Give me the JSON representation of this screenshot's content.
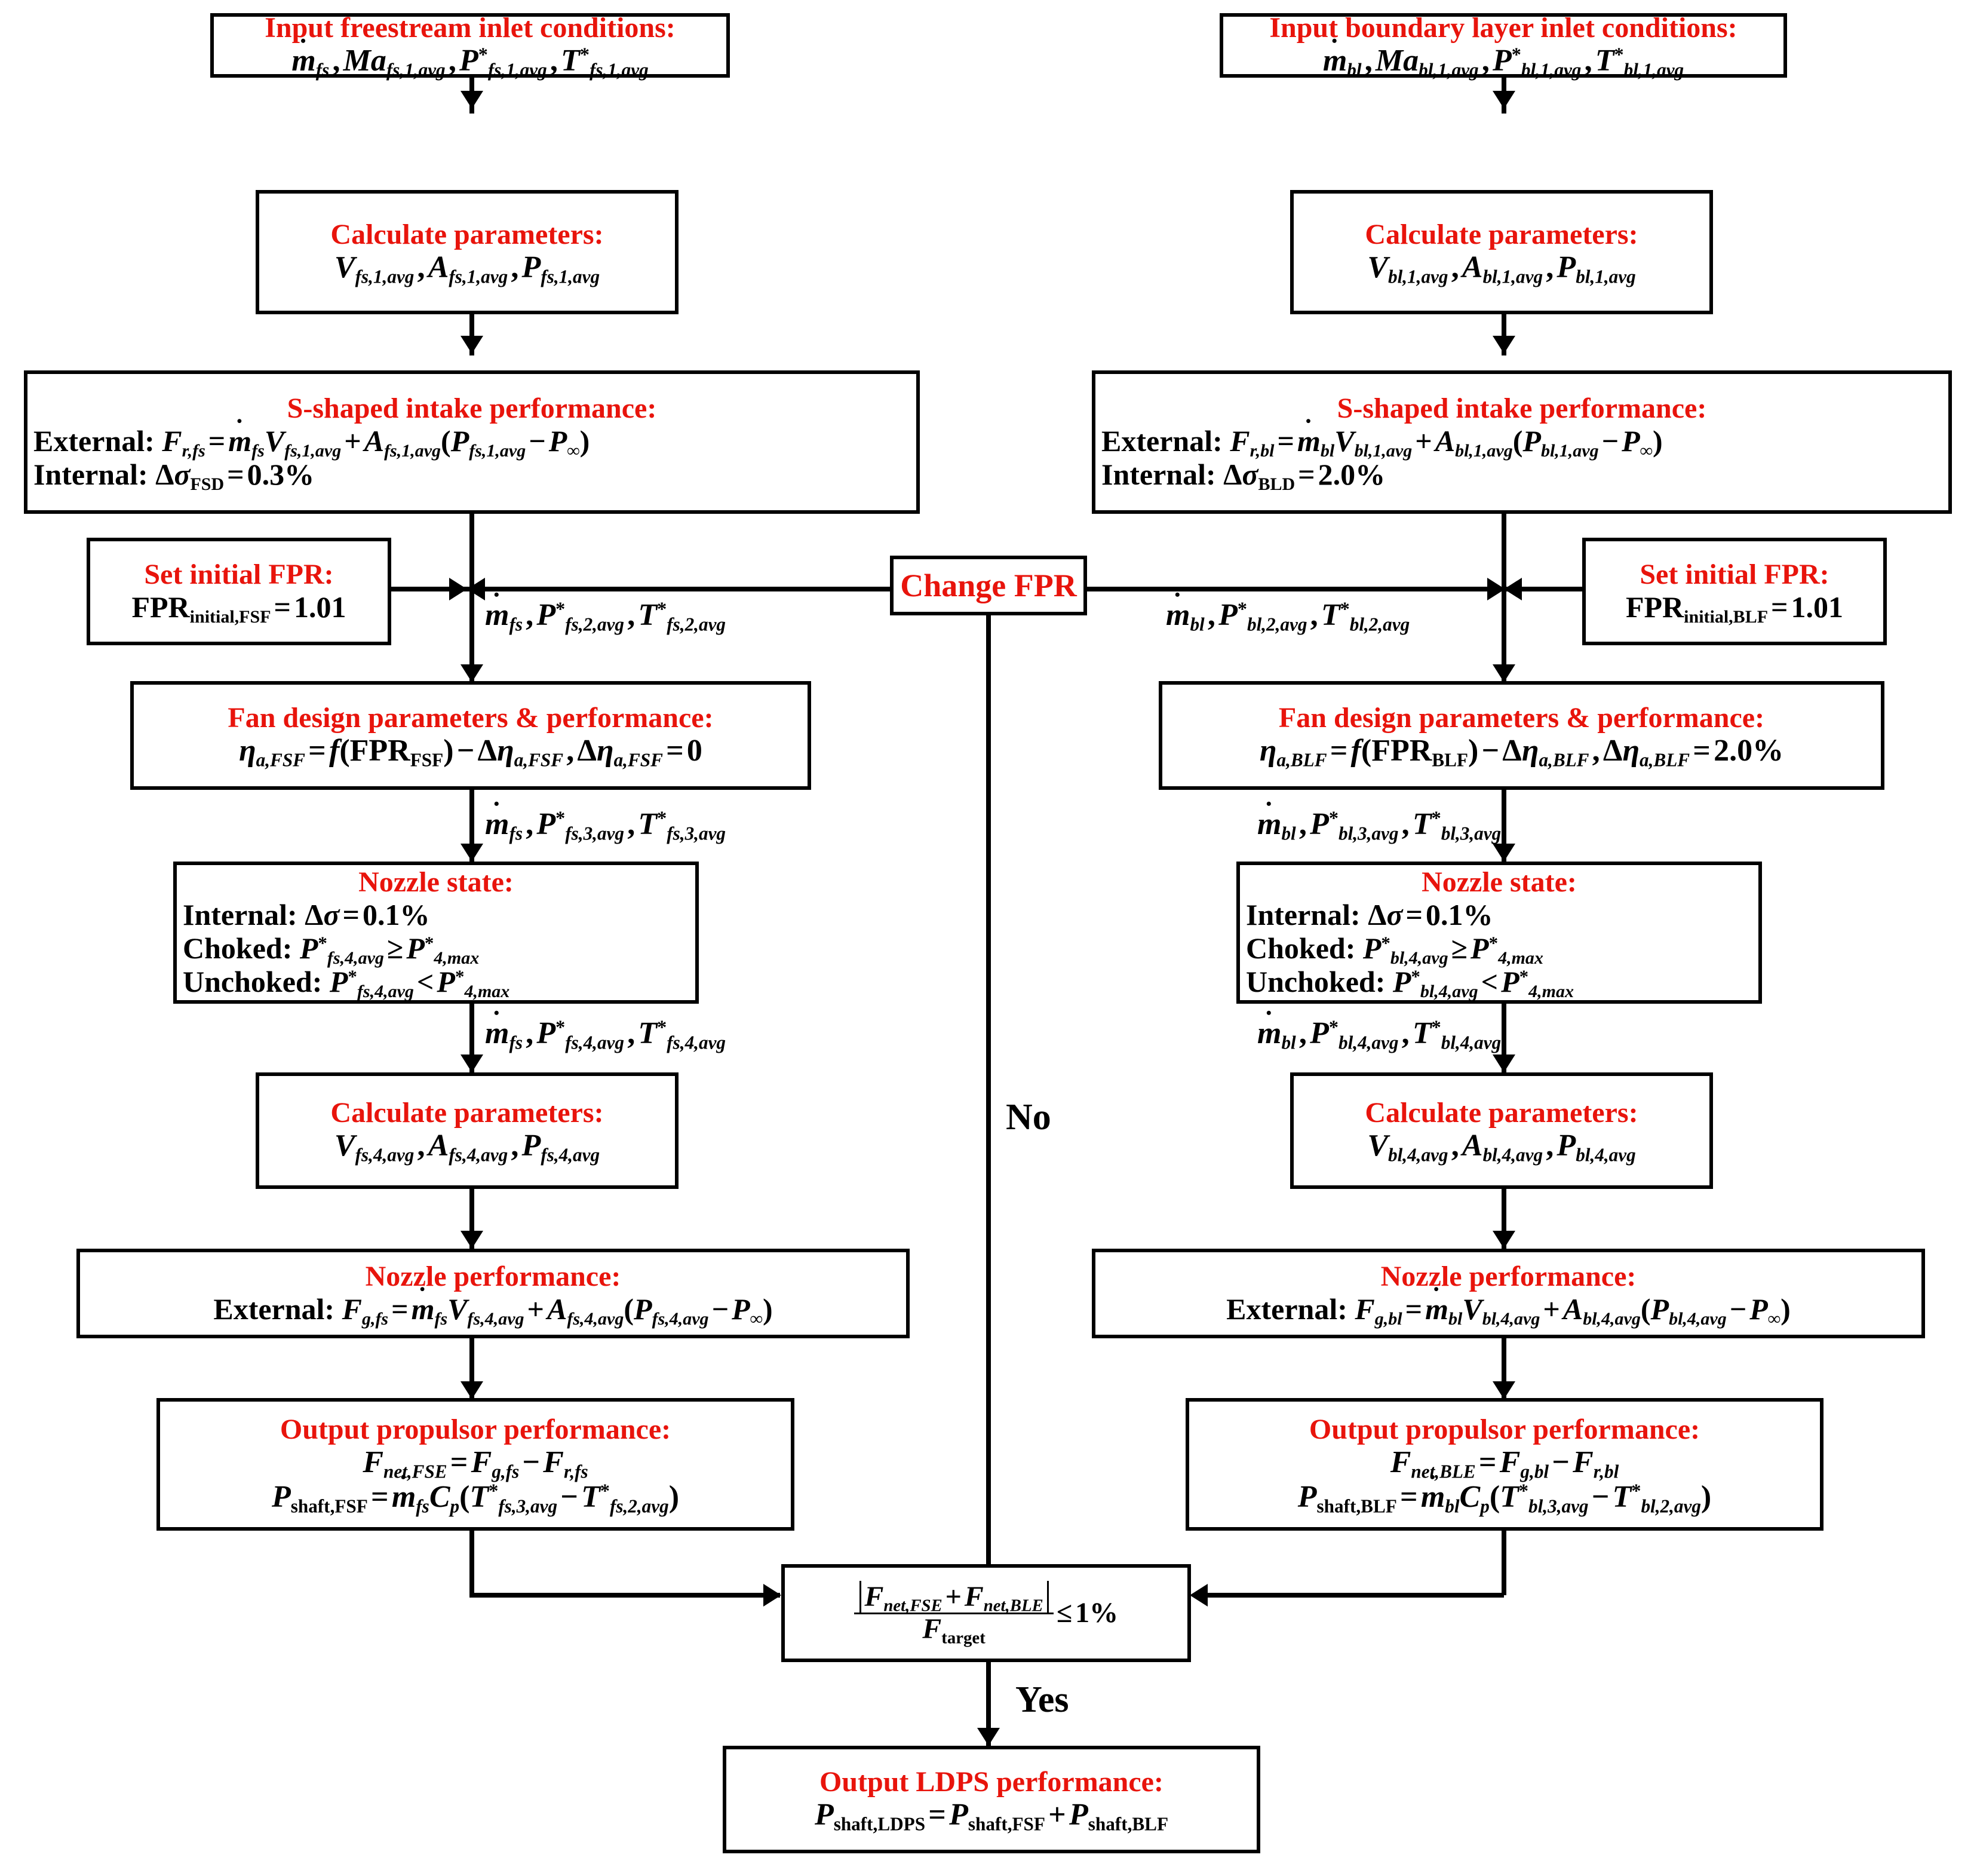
{
  "diagram": {
    "title": "LDPS propulsor performance iteration flowchart",
    "accent_color": "#e8140c",
    "line_color": "#000000",
    "background": "#ffffff"
  },
  "branches": {
    "left": {
      "name": "freestream",
      "suffix": "fs",
      "fan": "FSF",
      "propulsor": "FSE"
    },
    "right": {
      "name": "boundary layer",
      "suffix": "bl",
      "fan": "BLF",
      "propulsor": "BLE"
    }
  },
  "nodes": {
    "fs_inlet": {
      "title": "Input freestream inlet conditions:"
    },
    "bl_inlet": {
      "title": "Input boundary layer inlet conditions:"
    },
    "fs_calc1": {
      "title": "Calculate parameters:"
    },
    "bl_calc1": {
      "title": "Calculate parameters:"
    },
    "fs_intake": {
      "title": "S-shaped intake performance:",
      "external_prefix": "External:",
      "internal_prefix": "Internal:",
      "internal_value": "0.3%",
      "internal_sub": "FSD"
    },
    "bl_intake": {
      "title": "S-shaped intake performance:",
      "external_prefix": "External:",
      "internal_prefix": "Internal:",
      "internal_value": "2.0%",
      "internal_sub": "BLD"
    },
    "fs_setfpr": {
      "title": "Set initial FPR:",
      "value": "1.01",
      "sub": "initial,FSF"
    },
    "bl_setfpr": {
      "title": "Set initial FPR:",
      "value": "1.01",
      "sub": "initial,BLF"
    },
    "change_fpr": {
      "title": "Change FPR"
    },
    "fs_fan": {
      "title": "Fan design parameters & performance:",
      "delta_eta": "0"
    },
    "bl_fan": {
      "title": "Fan design parameters & performance:",
      "delta_eta": "2.0%"
    },
    "fs_nozstate": {
      "title": "Nozzle state:",
      "internal_prefix": "Internal:",
      "internal_value": "0.1%",
      "choked_prefix": "Choked:",
      "unchoked_prefix": "Unchoked:"
    },
    "bl_nozstate": {
      "title": "Nozzle state:",
      "internal_prefix": "Internal:",
      "internal_value": "0.1%",
      "choked_prefix": "Choked:",
      "unchoked_prefix": "Unchoked:"
    },
    "fs_calc4": {
      "title": "Calculate parameters:"
    },
    "bl_calc4": {
      "title": "Calculate parameters:"
    },
    "fs_nozperf": {
      "title": "Nozzle performance:",
      "external_prefix": "External:"
    },
    "bl_nozperf": {
      "title": "Nozzle performance:",
      "external_prefix": "External:"
    },
    "fs_output": {
      "title": "Output propulsor performance:"
    },
    "bl_output": {
      "title": "Output propulsor performance:"
    },
    "decision": {
      "threshold": "1%",
      "denominator_sub": "target"
    },
    "final": {
      "title": "Output LDPS performance:"
    }
  },
  "edge_labels": {
    "fs_2": "ṁ_fs, P*_fs,2,avg, T*_fs,2,avg",
    "bl_2": "ṁ_bl, P*_bl,2,avg, T*_bl,2,avg",
    "fs_3": "ṁ_fs, P*_fs,3,avg, T*_fs,3,avg",
    "bl_3": "ṁ_bl, P*_bl,3,avg, T*_bl,3,avg",
    "fs_4": "ṁ_fs, P*_fs,4,avg, T*_fs,4,avg",
    "bl_4": "ṁ_bl, P*_bl,4,avg, T*_bl,4,avg",
    "no": "No",
    "yes": "Yes"
  }
}
